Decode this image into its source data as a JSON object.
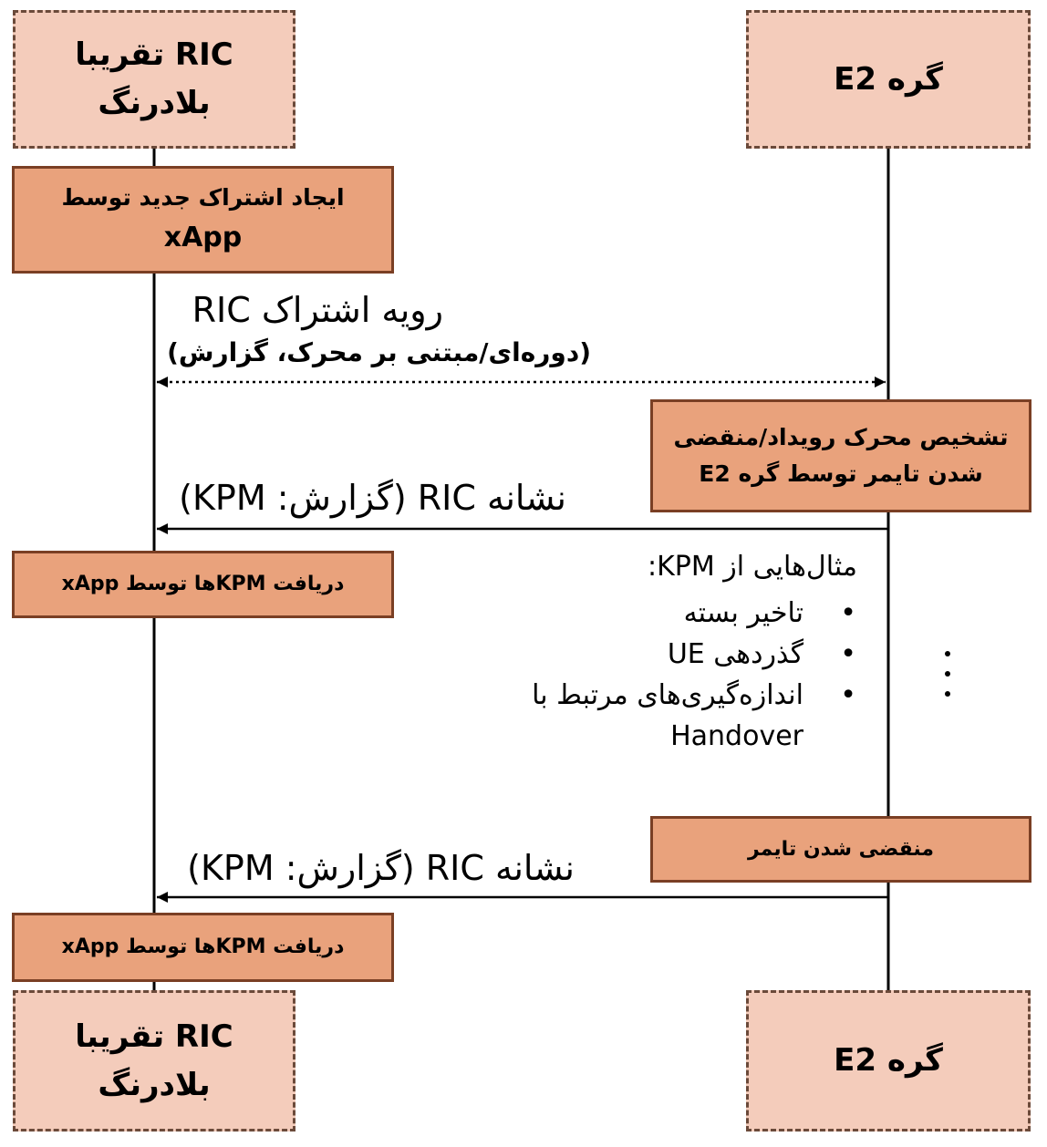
{
  "actors": {
    "ric": {
      "line1": "RIC تقریبا",
      "line2": "بلادرنگ"
    },
    "e2": {
      "line1": "گره E2"
    }
  },
  "actions": {
    "create_subscription": {
      "line1": "ایجاد اشتراک جدید توسط",
      "line2": "xApp"
    },
    "detect_trigger": {
      "line1": "تشخیص محرک رویداد/منقضی",
      "line2": "شدن تایمر توسط گره E2"
    },
    "receive_kpm_1": {
      "line1": "دریافت KPMها توسط xApp"
    },
    "timer_expiry": {
      "line1": "منقضی شدن تایمر"
    },
    "receive_kpm_2": {
      "line1": "دریافت KPMها توسط xApp"
    }
  },
  "messages": {
    "subscription": {
      "title": "رویه اشتراک RIC",
      "subtitle": "(دوره‌ای/مبتنی بر محرک، گزارش)"
    },
    "indication_1": "نشانه RIC (گزارش: KPM)",
    "indication_2": "نشانه RIC (گزارش: KPM)"
  },
  "kpm_examples": {
    "heading": "مثال‌هایی از KPM:",
    "items": [
      "تاخیر بسته",
      "گذردهی UE",
      "اندازه‌گیری‌های مرتبط با"
    ],
    "continuation": "Handover"
  },
  "colors": {
    "actor_fill": "#f4ccbb",
    "action_fill": "#e9a27c",
    "action_border": "#7a3f24"
  }
}
